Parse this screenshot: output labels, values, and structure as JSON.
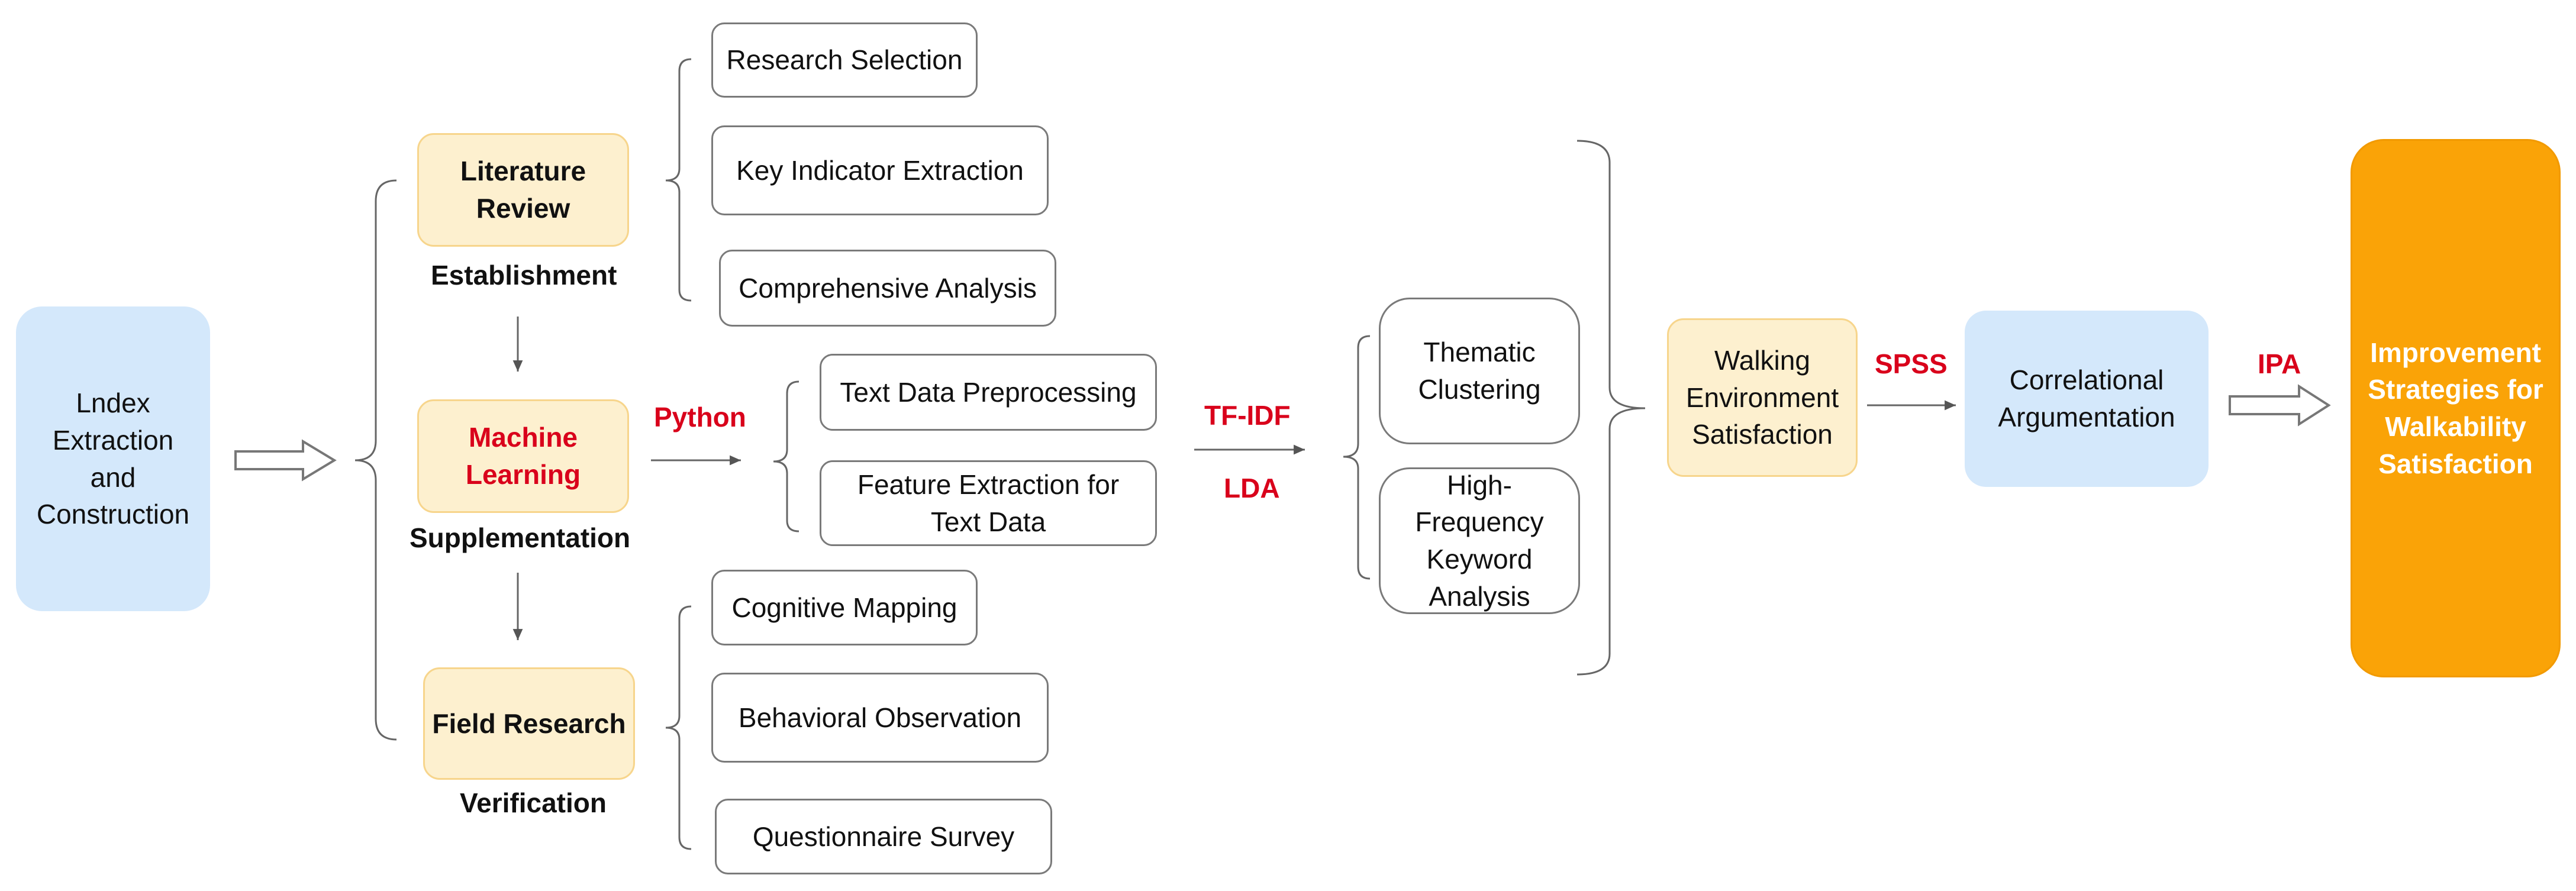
{
  "start": "Lndex Extraction and Construction",
  "methods": {
    "literature": {
      "name": "Literature Review",
      "stage": "Establishment"
    },
    "machine": {
      "name": "Machine Learning",
      "stage": "Supplementation"
    },
    "field": {
      "name": "Field Research",
      "stage": "Verification"
    }
  },
  "tools": {
    "python": "Python",
    "tfidf": "TF-IDF",
    "lda": "LDA",
    "spss": "SPSS",
    "ipa": "IPA"
  },
  "literature_steps": [
    "Research Selection",
    "Key Indicator Extraction",
    "Comprehensive Analysis"
  ],
  "machine_steps": [
    "Text Data Preprocessing",
    "Feature Extraction for Text Data"
  ],
  "field_steps": [
    "Cognitive Mapping",
    "Behavioral Observation",
    "Questionnaire Survey"
  ],
  "analysis": [
    "Thematic Clustering",
    "High-Frequency Keyword Analysis"
  ],
  "satisfaction": "Walking Environment Satisfaction",
  "correlation": "Correlational Argumentation",
  "outcome": "Improvement Strategies for Walkability Satisfaction",
  "colors": {
    "accent_red": "#d9001b",
    "outcome_orange": "#faa307",
    "start_blue": "#d4e8fb",
    "method_yellow": "#fdf0cf"
  }
}
